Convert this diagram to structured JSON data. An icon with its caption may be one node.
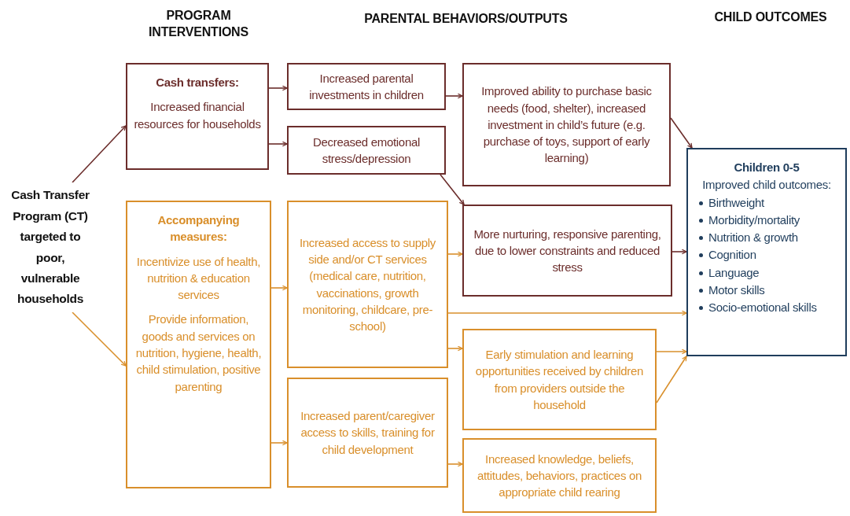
{
  "diagram": {
    "nodes": [
      {
        "text": [
          "Cash Transfer Program (CT) targeted to poor, vulnerable households"
        ]
      },
      {
        "text": [
          "Cash transfers:",
          "Increased financial resources for households"
        ]
      },
      {
        "text": [
          "Accompanying measures:",
          "Incentivize use of health, nutrition & education services",
          "Provide information, goods and services on nutrition, hygiene, health, child stimulation, positive parenting"
        ]
      },
      {
        "text": [
          "Increased parental investments in children"
        ]
      },
      {
        "text": [
          "Decreased emotional stress/depression"
        ]
      },
      {
        "text": [
          "Increased access to supply side and/or CT services (medical care, nutrition, vaccinations, growth monitoring, childcare,  pre-school)"
        ]
      },
      {
        "text": [
          "Increased parent/caregiver access to skills, training for child development"
        ]
      },
      {
        "text": [
          "Improved ability to purchase basic needs (food, shelter), increased investment in child’s future (e.g. purchase of toys, support of early learning)"
        ]
      },
      {
        "text": [
          "More nurturing, responsive parenting, due to lower constraints and reduced stress"
        ]
      },
      {
        "text": [
          "Early stimulation and learning opportunities received by children from providers outside the household"
        ]
      },
      {
        "text": [
          "Increased knowledge, beliefs, attitudes, behaviors, practices on appropriate child rearing"
        ]
      },
      {
        "text": [
          "Children 0-5",
          "Improved child outcomes:",
          "Birthweight",
          "Morbidity/mortality",
          "Nutrition & growth",
          "Cognition",
          "Language",
          "Motor skills",
          "Socio-emotional skills"
        ]
      }
    ],
    "edges": [
      {
        "from": 0,
        "to": 1,
        "arrow": "to",
        "color": "#6b2d2b"
      },
      {
        "from": 0,
        "to": 2,
        "arrow": "to"
      },
      {
        "from": 1,
        "to": 3,
        "arrow": "to",
        "color": "#6b2d2b"
      },
      {
        "from": 1,
        "to": 4,
        "arrow": "to",
        "color": "#6b2d2b"
      },
      {
        "from": 3,
        "to": 7,
        "arrow": "to",
        "color": "#6b2d2b"
      },
      {
        "from": 4,
        "to": 8,
        "arrow": "to",
        "color": "#6b2d2b"
      },
      {
        "from": 7,
        "to": 11,
        "arrow": "to",
        "color": "#6b2d2b"
      },
      {
        "from": 8,
        "to": 11,
        "arrow": "to",
        "color": "#6b2d2b"
      },
      {
        "from": 2,
        "to": 5,
        "arrow": "to"
      },
      {
        "from": 2,
        "to": 6,
        "arrow": "to"
      },
      {
        "from": 5,
        "to": 8,
        "arrow": "to"
      },
      {
        "from": 5,
        "to": 9,
        "arrow": "to"
      },
      {
        "from": 5,
        "to": 11,
        "arrow": "to"
      },
      {
        "from": 9,
        "to": 11,
        "arrow": "to"
      },
      {
        "from": 9,
        "to": 11,
        "arrow": "to"
      },
      {
        "from": 6,
        "to": 10,
        "arrow": "to"
      }
    ],
    "labels": [
      "PROGRAM INTERVENTIONS",
      "PARENTAL BEHAVIORS/OUTPUTS",
      "CHILD OUTCOMES"
    ]
  }
}
